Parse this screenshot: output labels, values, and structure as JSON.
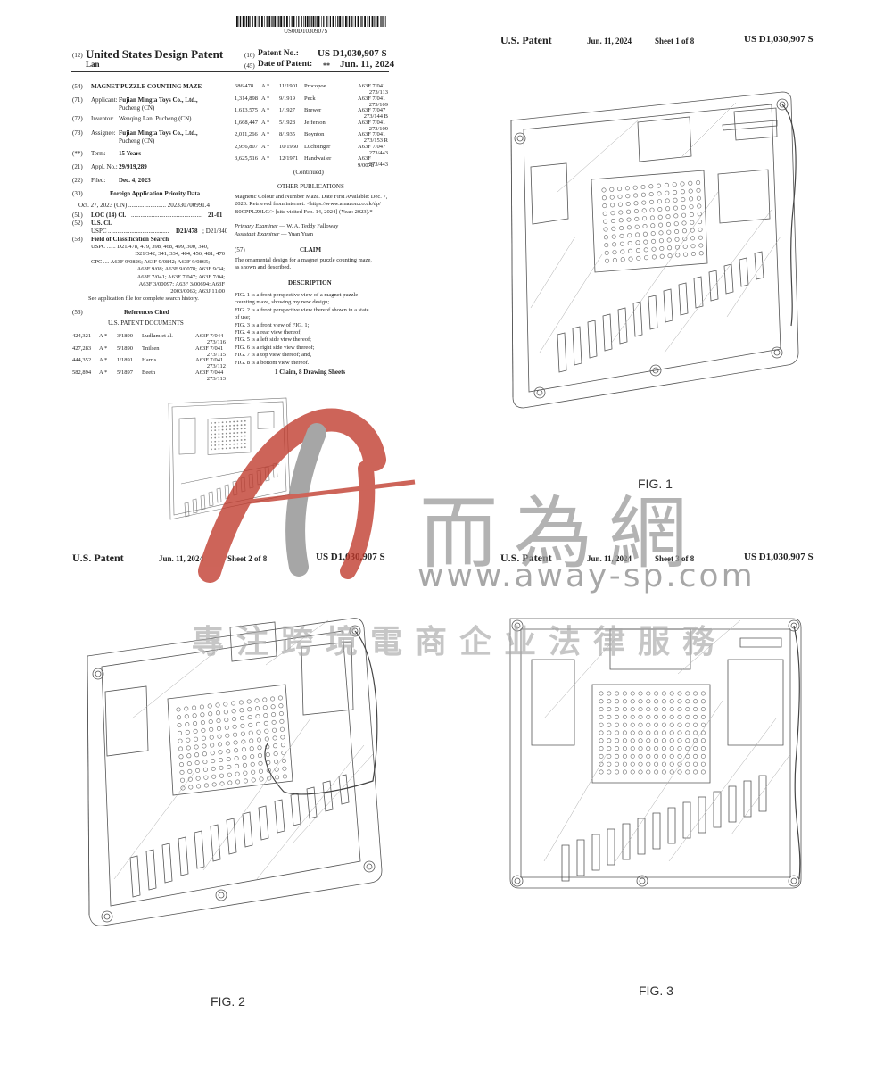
{
  "barcode_number": "US00D1030907S",
  "page1": {
    "header_left_code": "(12)",
    "header_title": "United States Design Patent",
    "inventor_short": "Lan",
    "patent_no_code": "(10)",
    "patent_no_label": "Patent No.:",
    "patent_no_value": "US D1,030,907 S",
    "date_code": "(45)",
    "date_label": "Date of Patent:",
    "date_star": "**",
    "date_value": "Jun. 11, 2024",
    "fields": [
      {
        "code": "(54)",
        "label": "MAGNET PUZZLE COUNTING MAZE",
        "value": ""
      },
      {
        "code": "(71)",
        "label": "Applicant:",
        "value": "Fujian Mingta Toys Co., Ltd.,",
        "value2": "Pucheng (CN)"
      },
      {
        "code": "(72)",
        "label": "Inventor:",
        "value": "Wenqing Lan, Pucheng (CN)",
        "value2": ""
      },
      {
        "code": "(73)",
        "label": "Assignee:",
        "value": "Fujian Mingta Toys Co., Ltd.,",
        "value2": "Pucheng (CN)"
      },
      {
        "code": "(**)",
        "label": "Term:",
        "value": "15 Years",
        "value2": ""
      },
      {
        "code": "(21)",
        "label": "Appl. No.:",
        "value": "29/919,289",
        "value2": ""
      },
      {
        "code": "(22)",
        "label": "Filed:",
        "value": "Dec. 4, 2023",
        "value2": ""
      }
    ],
    "priority_code": "(30)",
    "priority_heading": "Foreign Application Priority Data",
    "priority_line": "Oct. 27, 2023    (CN) ........................ 202330700991.4",
    "loc_code": "(51)",
    "loc_label": "LOC (14) Cl.",
    "loc_dots": "..............................................",
    "loc_value": "21-01",
    "uscl_code": "(52)",
    "uscl_label": "U.S. Cl.",
    "uscl_line_label": "USPC",
    "uscl_dots": ".......................................",
    "uscl_value": "D21/478",
    "uscl_value2": "; D21/340",
    "field_code": "(58)",
    "field_heading": "Field of Classification Search",
    "field_lines": [
      "USPC ...... D21/478, 479, 398, 468, 499, 300, 340,",
      "D21/342, 341, 334, 404, 456, 481, 470",
      "CPC .... A63F 9/0826; A63F 9/0842; A63F 9/0865;",
      "A63F 9/08; A63F 9/0078; A63F 9/34;",
      "A63F 7/041; A63F 7/047; A63F 7/04;",
      "A63F 3/00097; A63F 3/00694; A63F",
      "2003/0063; A63J 11/00",
      "See application file for complete search history."
    ],
    "refs_code": "(56)",
    "refs_heading": "References Cited",
    "refs_subheading": "U.S. PATENT DOCUMENTS",
    "refs_left": [
      {
        "num": "424,321",
        "kind": "A *",
        "date": "3/1890",
        "name": "Ludlum et al.",
        "cls": "A63F 7/044",
        "cls2": "273/116"
      },
      {
        "num": "427,283",
        "kind": "A *",
        "date": "5/1890",
        "name": "Tnilsen",
        "cls": "A63F 7/041",
        "cls2": "273/115"
      },
      {
        "num": "444,352",
        "kind": "A *",
        "date": "1/1891",
        "name": "Harris",
        "cls": "A63F 7/041",
        "cls2": "273/112"
      },
      {
        "num": "582,894",
        "kind": "A *",
        "date": "5/1897",
        "name": "Beeth",
        "cls": "A63F 7/044",
        "cls2": "273/113"
      }
    ],
    "refs_right": [
      {
        "num": "686,478",
        "kind": "A *",
        "date": "11/1901",
        "name": "Procopoe",
        "cls": "A63F 7/041",
        "cls2": "273/113"
      },
      {
        "num": "1,314,898",
        "kind": "A *",
        "date": "9/1919",
        "name": "Peck",
        "cls": "A63F 7/041",
        "cls2": "273/109"
      },
      {
        "num": "1,613,575",
        "kind": "A *",
        "date": "1/1927",
        "name": "Brewer",
        "cls": "A63F 7/047",
        "cls2": "273/144 B"
      },
      {
        "num": "1,668,447",
        "kind": "A *",
        "date": "5/1928",
        "name": "Jefferson",
        "cls": "A63F 7/041",
        "cls2": "273/109"
      },
      {
        "num": "2,011,266",
        "kind": "A *",
        "date": "8/1935",
        "name": "Boynton",
        "cls": "A63F 7/041",
        "cls2": "273/153 R"
      },
      {
        "num": "2,956,807",
        "kind": "A *",
        "date": "10/1960",
        "name": "Luchsinger",
        "cls": "A63F 7/047",
        "cls2": "273/443"
      },
      {
        "num": "3,625,516",
        "kind": "A *",
        "date": "12/1971",
        "name": "Handwailer",
        "cls": "A63F 9/0078",
        "cls2": "273/443"
      }
    ],
    "continued": "(Continued)",
    "other_pubs_heading": "OTHER PUBLICATIONS",
    "other_pubs_text": [
      "Magnetic Colour and Number Maze. Date First Available: Dec. 7,",
      "2023. Retrieved from internet: <https://www.amazon.co.uk/dp/",
      "B0CPPLZ9LC/> [site visited Feb. 14, 2024] (Year: 2023).*"
    ],
    "primary_examiner_label": "Primary Examiner",
    "primary_examiner_value": " — W. A. Teddy Falloway",
    "assistant_examiner_label": "Assistant Examiner",
    "assistant_examiner_value": " — Yuan Yuan",
    "claim_code": "(57)",
    "claim_heading": "CLAIM",
    "claim_text": [
      "The ornamental design for a magnet puzzle counting maze,",
      "as shown and described."
    ],
    "description_heading": "DESCRIPTION",
    "description_lines": [
      "FIG. 1 is a front perspective view of a magnet puzzle",
      "counting maze, showing my new design;",
      "FIG. 2 is a front perspective view thereof shown in a state",
      "of use;",
      "FIG. 3 is a front view of FIG. 1;",
      "FIG. 4 is a rear view thereof;",
      "FIG. 5 is a left side view thereof;",
      "FIG. 6 is a right side view thereof;",
      "FIG. 7 is a top view thereof; and,",
      "FIG. 8 is a bottom view thereof."
    ],
    "claims_drawings": "1 Claim, 8 Drawing Sheets"
  },
  "sheets": [
    {
      "patent": "U.S. Patent",
      "date": "Jun. 11, 2024",
      "sheet": "Sheet 1 of 8",
      "number": "US D1,030,907 S",
      "fig": "FIG. 1"
    },
    {
      "patent": "U.S. Patent",
      "date": "Jun. 11, 2024",
      "sheet": "Sheet 2 of 8",
      "number": "US D1,030,907 S",
      "fig": "FIG. 2"
    },
    {
      "patent": "U.S. Patent",
      "date": "Jun. 11, 2024",
      "sheet": "Sheet 3 of 8",
      "number": "US D1,030,907 S",
      "fig": "FIG. 3"
    }
  ],
  "watermark": {
    "brand_cn": "而為網",
    "url": "www.away-sp.com",
    "slogan": "專注跨境電商企业法律服務",
    "logo_color": "#c0392b"
  }
}
